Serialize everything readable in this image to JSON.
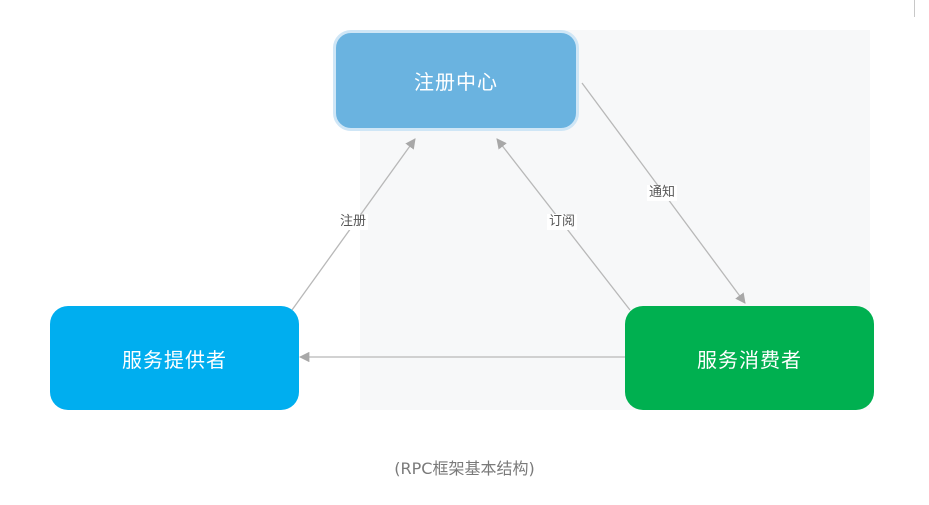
{
  "diagram": {
    "nodes": {
      "registry": {
        "label": "注册中心",
        "color": "#6ab3e0"
      },
      "provider": {
        "label": "服务提供者",
        "color": "#00aeef"
      },
      "consumer": {
        "label": "服务消费者",
        "color": "#00b050"
      }
    },
    "edges": [
      {
        "from": "provider",
        "to": "registry",
        "label": "注册"
      },
      {
        "from": "consumer",
        "to": "registry",
        "label": "订阅"
      },
      {
        "from": "registry",
        "to": "consumer",
        "label": "通知"
      },
      {
        "from": "consumer",
        "to": "provider",
        "label": ""
      }
    ],
    "caption": "(RPC框架基本结构)",
    "edge_color": "#b0b0b0"
  }
}
